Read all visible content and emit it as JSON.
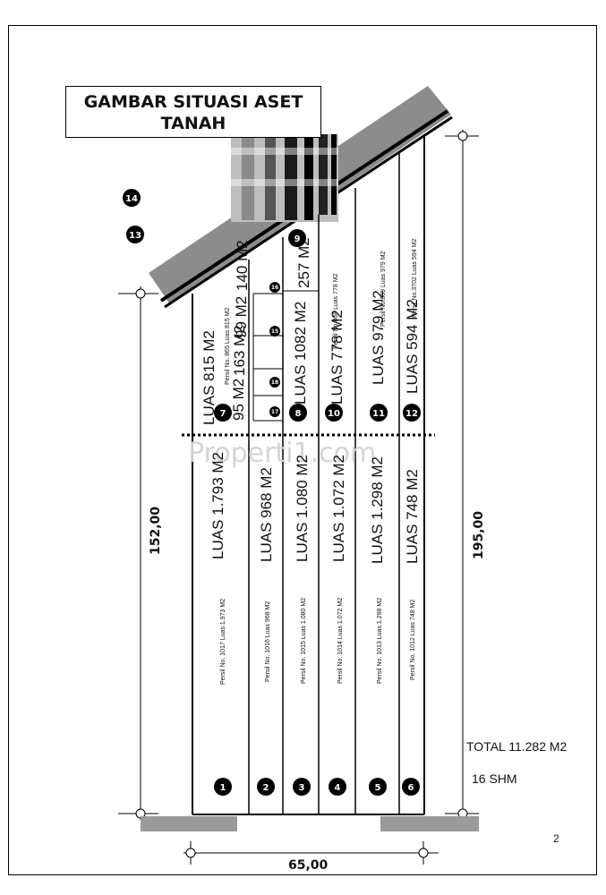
{
  "title": {
    "line1": "GAMBAR SITUASI ASET",
    "line2": "TANAH"
  },
  "dimensions": {
    "left": "152,00",
    "right": "195,00",
    "bottom": "65,00"
  },
  "total": "TOTAL 11.282 M2",
  "shm": "16 SHM",
  "page_number": "2",
  "watermark": "Properti1.com",
  "plots_bottom": [
    {
      "num": "1",
      "luas": "LUAS 1.793 M2",
      "persil": "Persil No. 1017 Luas 1.973 M2"
    },
    {
      "num": "2",
      "luas": "LUAS 968 M2",
      "persil": "Persil No. 1016 Luas 968 M2"
    },
    {
      "num": "3",
      "luas": "LUAS 1.080 M2",
      "persil": "Persil No. 1015 Luas 1.080 M2"
    },
    {
      "num": "4",
      "luas": "LUAS 1.072 M2",
      "persil": "Persil No. 1014 Luas 1.072 M2"
    },
    {
      "num": "5",
      "luas": "LUAS 1.298 M2",
      "persil": "Persil No. 1013 Luas 1.298 M2"
    },
    {
      "num": "6",
      "luas": "LUAS 748 M2",
      "persil": "Persil No. 1012 Luas 748 M2"
    }
  ],
  "plots_top": [
    {
      "num": "7",
      "luas": "LUAS 815 M2",
      "persil": "Persil No. 865 Luas 815 M2"
    },
    {
      "num": "8",
      "luas": "LUAS 1082 M2"
    },
    {
      "num": "9",
      "luas": "257 M2"
    },
    {
      "num": "10",
      "luas": "LUAS 778 M2",
      "persil": "Persil No.868 Luas 778 M2"
    },
    {
      "num": "11",
      "luas": "LUAS 979 M2",
      "persil": "Persil No.869 Luas 979 M2"
    },
    {
      "num": "12",
      "luas": "LUAS 594 M2",
      "persil": "Persil No.3702 Luas 594 M2"
    }
  ],
  "small_plots": {
    "a": "163 M2",
    "b": "99 M2",
    "c": "140 M2",
    "d": "95 M2",
    "n15": "15",
    "n16": "16",
    "n17": "17",
    "n18": "18"
  },
  "markers": {
    "m13": "13",
    "m14": "14"
  }
}
